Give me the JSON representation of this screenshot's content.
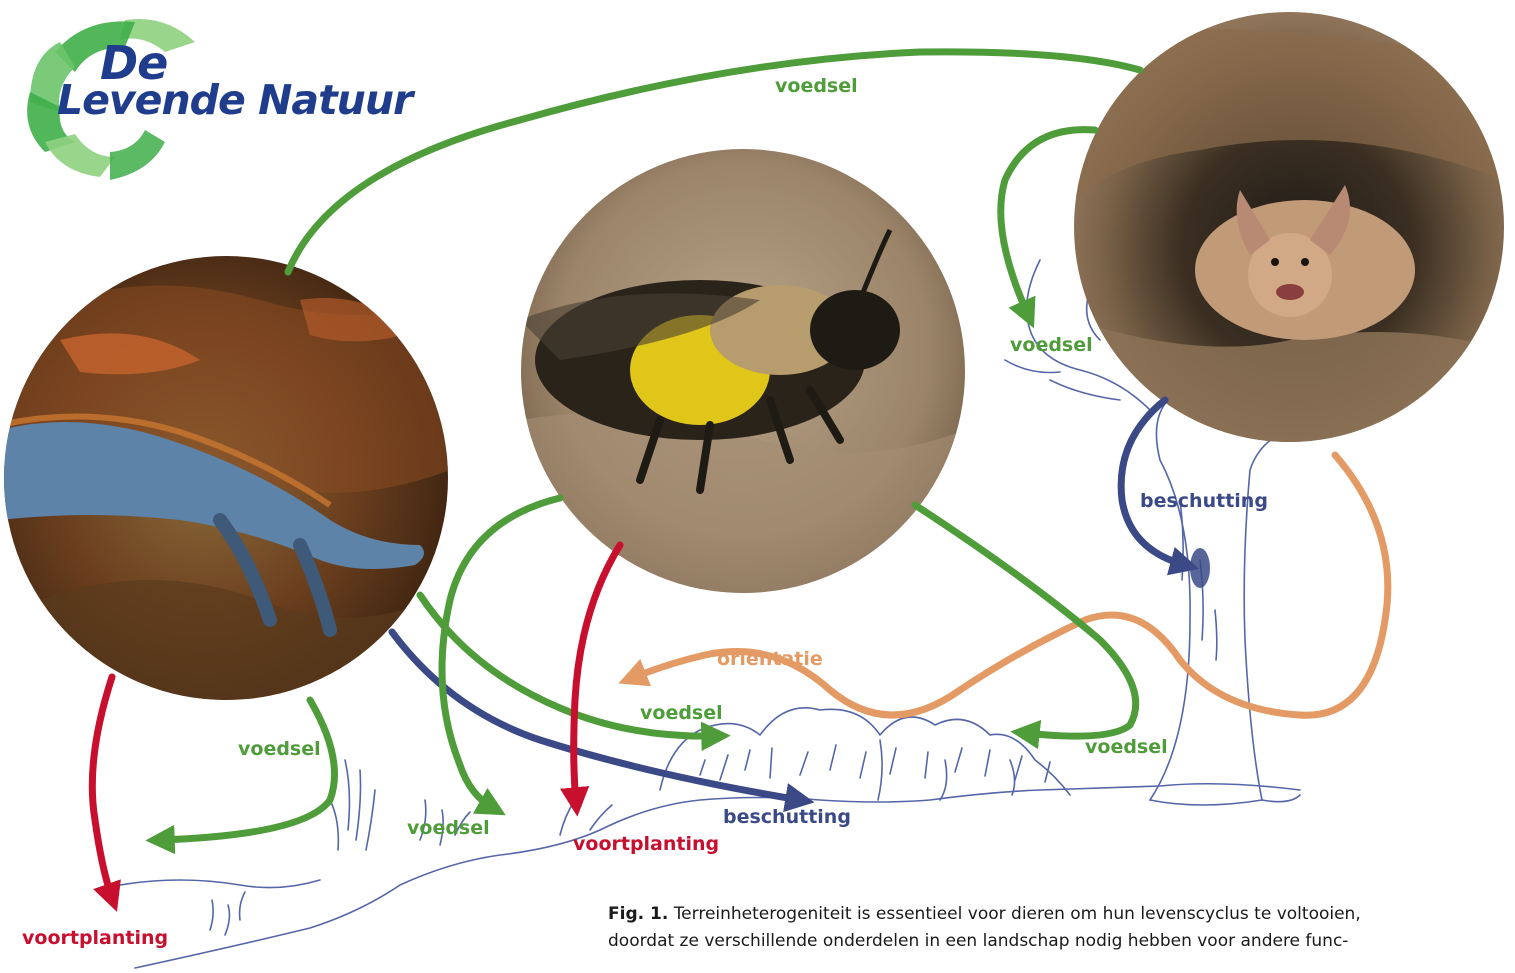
{
  "logo": {
    "line1": "De",
    "line2": "Levende Natuur"
  },
  "labels": {
    "voedsel_top": "voedsel",
    "voedsel_bat": "voedsel",
    "beschutting_tree": "beschutting",
    "orientatie": "orientatie",
    "voedsel_mid": "voedsel",
    "voedsel_right": "voedsel",
    "voedsel_left": "voedsel",
    "voedsel_bee": "voedsel",
    "beschutting_low": "beschutting",
    "voortplanting_bee": "voortplanting",
    "voortplanting_newt": "voortplanting"
  },
  "photos": {
    "newt": "alpine-newt-photo",
    "bee": "solitary-bee-photo",
    "bat": "bat-in-tree-hollow-photo"
  },
  "caption": {
    "fig": "Fig. 1.",
    "line1": "Terreinheterogeniteit is essentieel voor dieren om hun levenscyclus te voltooien,",
    "line2": "doordat ze verschillende onderdelen in een landschap nodig hebben voor andere func-"
  },
  "colors": {
    "voedsel": "#4f9c3a",
    "beschutting": "#3b4a86",
    "voortplanting": "#c8102e",
    "orientatie": "#e39a64",
    "sketch": "#5566a8",
    "logo_text": "#1f3d8c"
  }
}
